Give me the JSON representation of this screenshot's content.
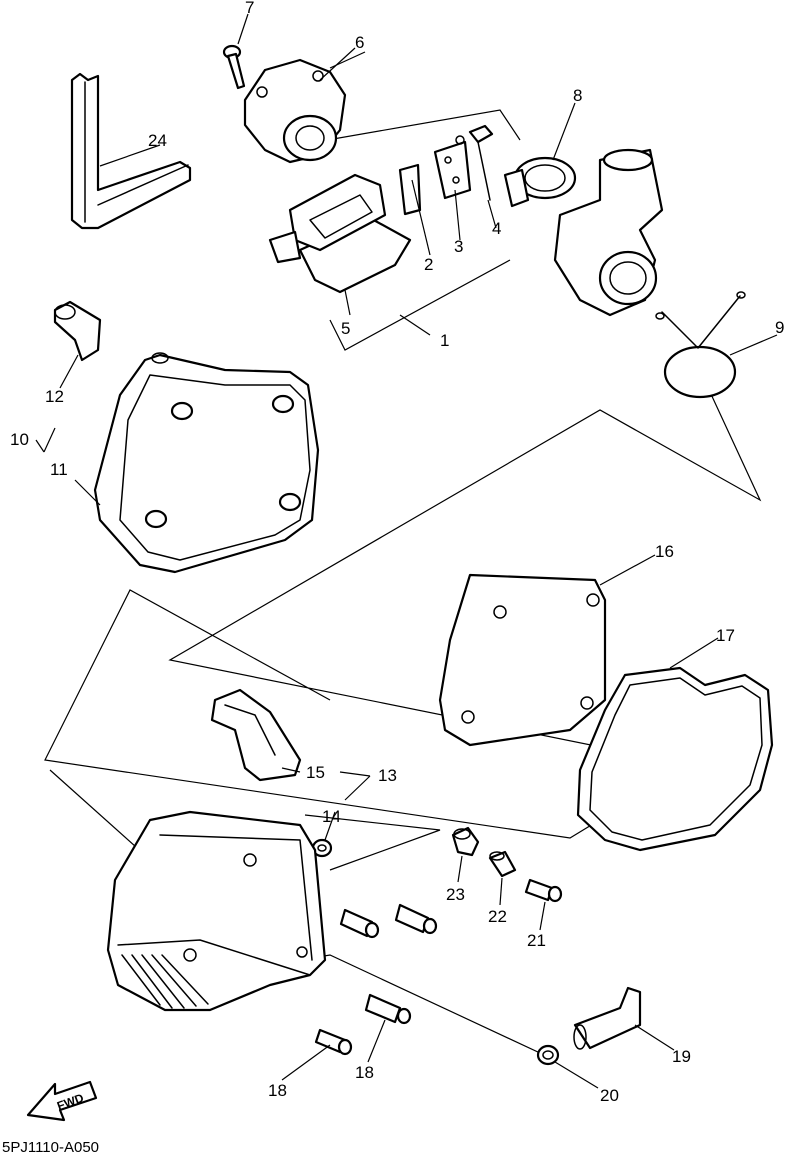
{
  "diagram_code": "5PJ1110-A050",
  "direction_label": "FWD",
  "callouts": {
    "c1": "1",
    "c2": "2",
    "c3": "3",
    "c4": "4",
    "c5": "5",
    "c6": "6",
    "c7": "7",
    "c8": "8",
    "c9": "9",
    "c10": "10",
    "c11": "11",
    "c12": "12",
    "c13": "13",
    "c14": "14",
    "c15": "15",
    "c16": "16",
    "c17": "17",
    "c18a": "18",
    "c18b": "18",
    "c19": "19",
    "c20": "20",
    "c21": "21",
    "c22": "22",
    "c23": "23",
    "c24": "24"
  }
}
